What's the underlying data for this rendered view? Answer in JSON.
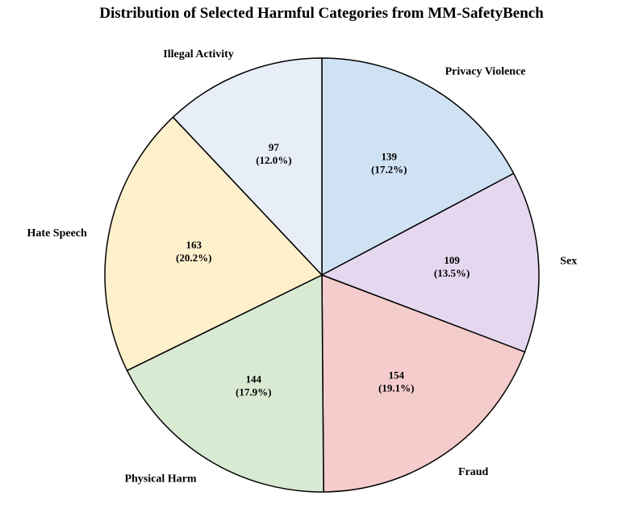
{
  "chart_data": {
    "type": "pie",
    "title": "Distribution of Selected Harmful Categories from MM-SafetyBench",
    "categories": [
      "Privacy Violence",
      "Sex",
      "Fraud",
      "Physical Harm",
      "Hate Speech",
      "Illegal Activity"
    ],
    "values": [
      139,
      109,
      154,
      144,
      163,
      97
    ],
    "percent_labels": [
      "(17.2%)",
      "(13.5%)",
      "(19.1%)",
      "(17.9%)",
      "(20.2%)",
      "(12.0%)"
    ],
    "colors": [
      "#cfe2f3",
      "#e4d7ef",
      "#f4cccc",
      "#d9ead3",
      "#fff0cc",
      "#e8eef8"
    ],
    "edge_color": "#000000",
    "start_angle_deg": 90,
    "direction": "clockwise",
    "legend": "none",
    "grid": false
  }
}
